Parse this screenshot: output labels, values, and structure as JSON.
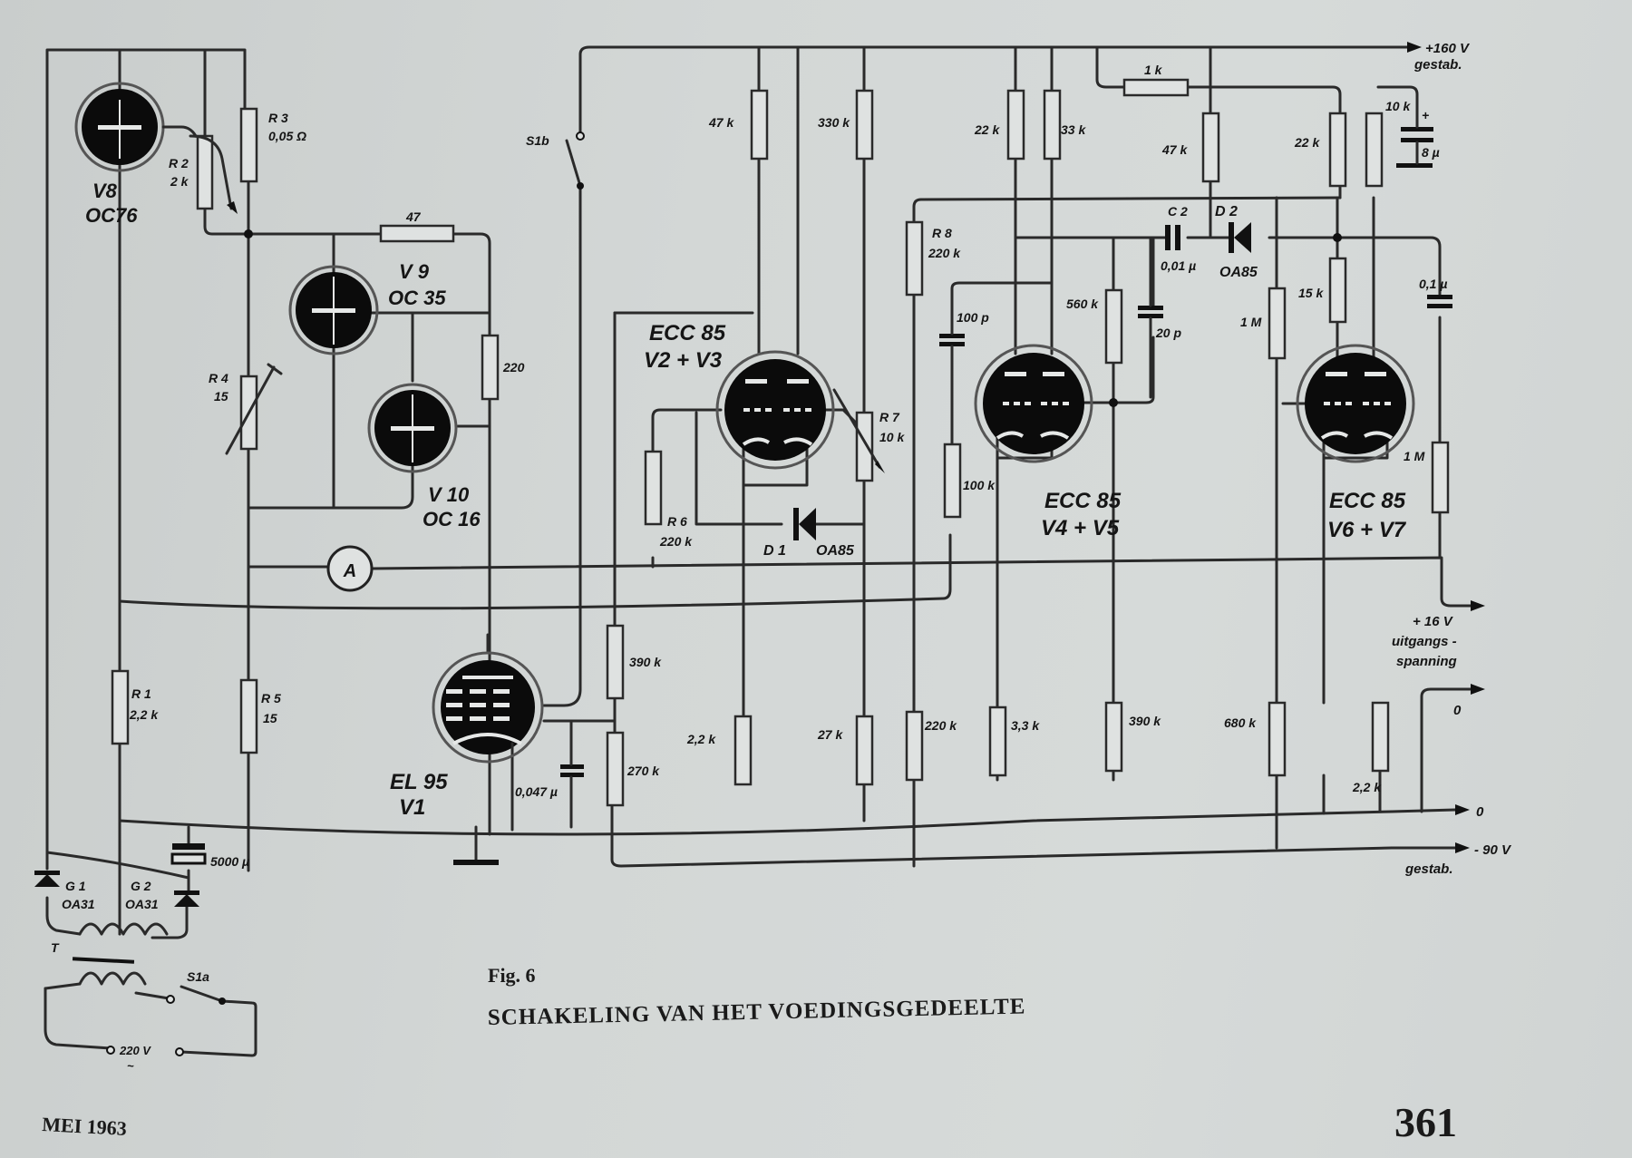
{
  "figure": {
    "number_label": "Fig. 6",
    "caption": "SCHAKELING VAN HET VOEDINGSGEDEELTE"
  },
  "footer": {
    "date": "MEI 1963",
    "page_number": "361"
  },
  "rails": {
    "plus160": "+160 V",
    "plus160_sub": "gestab.",
    "plus16": "+ 16 V",
    "plus16_sub1": "uitgangs -",
    "plus16_sub2": "spanning",
    "zero_out": "0",
    "zero": "0",
    "minus90": "- 90 V",
    "minus90_sub": "gestab."
  },
  "tubes": {
    "v8_name": "V8",
    "v8_type": "OC76",
    "v9_name": "V 9",
    "v9_type": "OC 35",
    "v10_name": "V 10",
    "v10_type": "OC 16",
    "v1_type": "EL 95",
    "v1_name": "V1",
    "v23_type": "ECC 85",
    "v23_name": "V2 + V3",
    "v45_type": "ECC 85",
    "v45_name": "V4 + V5",
    "v67_type": "ECC 85",
    "v67_name": "V6 + V7"
  },
  "components": {
    "r3_name": "R 3",
    "r3_value": "0,05 Ω",
    "r2_name": "R 2",
    "r2_value": "2 k",
    "r47": "47",
    "r4_name": "R 4",
    "r4_value": "15",
    "r220": "220",
    "ammeter": "A",
    "r1_name": "R 1",
    "r1_value": "2,2 k",
    "r5_name": "R 5",
    "r5_value": "15",
    "c5000": "5000 µ",
    "g1_name": "G 1",
    "g1_type": "OA31",
    "g2_name": "G 2",
    "g2_type": "OA31",
    "transformer": "T",
    "s1a": "S1a",
    "mains": "220 V",
    "mains_ac": "~",
    "s1b": "S1b",
    "r47k_a": "47 k",
    "r330k": "330 k",
    "r6_name": "R 6",
    "r6_value": "220 k",
    "r7_name": "R 7",
    "r7_value": "10 k",
    "d1_name": "D 1",
    "d1_type": "OA85",
    "r390k_a": "390 k",
    "r270k": "270 k",
    "c0047": "0,047 µ",
    "r22k_low": "2,2 k",
    "r27k": "27 k",
    "r8_name": "R 8",
    "r8_value": "220 k",
    "c100p": "100 p",
    "r100k": "100 k",
    "r220k_low": "220 k",
    "r22k_a": "22 k",
    "r33k": "33 k",
    "r33k_low": "3,3 k",
    "r560k": "560 k",
    "c20p": "20 p",
    "r390k_b": "390 k",
    "r1k": "1 k",
    "r47k_b": "47 k",
    "c2_name": "C 2",
    "c2_value": "0,01 µ",
    "d2_name": "D 2",
    "d2_type": "OA85",
    "r1m_a": "1 M",
    "r680k": "680 k",
    "r22k_b": "22 k",
    "r15k": "15 k",
    "r10k": "10 k",
    "c8u": "8 µ",
    "c8u_plus": "+",
    "c01u": "0,1 µ",
    "r1m_b": "1 M",
    "r22k_out": "2,2 k"
  }
}
